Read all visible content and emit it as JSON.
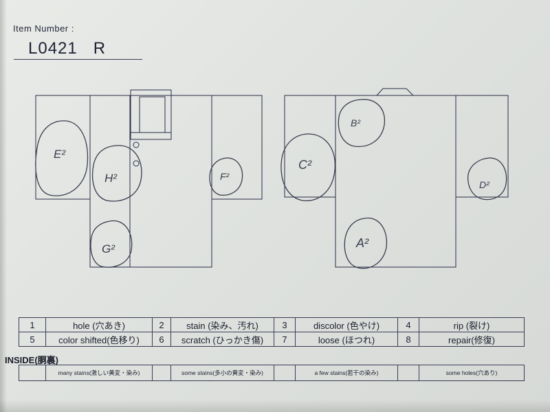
{
  "header": {
    "item_number_label": "Item Number :",
    "item_number_value": "L0421   R"
  },
  "diagram": {
    "front_marks": [
      "E²",
      "H²",
      "G²",
      "F²"
    ],
    "back_marks": [
      "B²",
      "C²",
      "A²",
      "D²"
    ]
  },
  "defect_legend": [
    {
      "num": "1",
      "label": "hole (穴あき)"
    },
    {
      "num": "2",
      "label": "stain (染み、汚れ)"
    },
    {
      "num": "3",
      "label": "discolor (色やけ)"
    },
    {
      "num": "4",
      "label": "rip (裂け)"
    },
    {
      "num": "5",
      "label": "color shifted(色移り)"
    },
    {
      "num": "6",
      "label": "scratch (ひっかき傷)"
    },
    {
      "num": "7",
      "label": "loose (ほつれ)"
    },
    {
      "num": "8",
      "label": "repair(修復)"
    }
  ],
  "inside": {
    "title": "INSIDE(胴裏)",
    "options": [
      "many stains(激しい黄変・染み)",
      "some stains(多小の黄変・染み)",
      "a few stains(若干の染み)",
      "some holes(穴あり)"
    ]
  },
  "colors": {
    "ink": "#2a2c45",
    "pencil": "#3a3d4c",
    "paper": "#e5e7e4"
  }
}
